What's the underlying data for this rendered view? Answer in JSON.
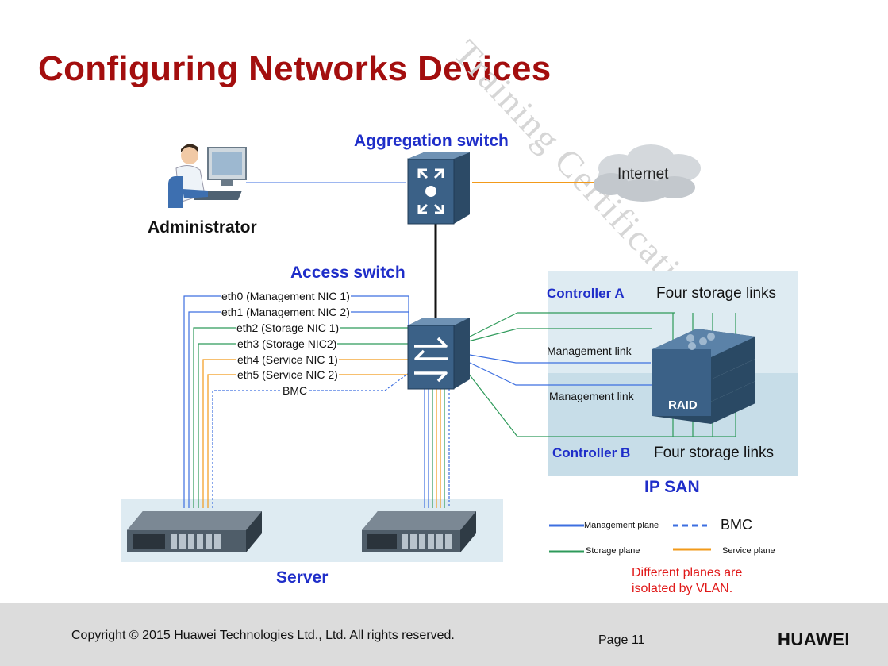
{
  "title": "Configuring Networks Devices",
  "watermark": "Training Certification Dept.",
  "nodes": {
    "aggregation_switch": "Aggregation switch",
    "administrator": "Administrator",
    "internet": "Internet",
    "access_switch": "Access switch",
    "server": "Server",
    "ip_san": "IP SAN"
  },
  "server_links": [
    "eth0 (Management NIC 1)",
    "eth1 (Management NIC 2)",
    "eth2 (Storage NIC 1)",
    "eth3 (Storage NIC2)",
    "eth4 (Service NIC 1)",
    "eth5 (Service NIC 2)",
    "BMC"
  ],
  "ip_san": {
    "controller_a": "Controller A",
    "controller_a_links": "Four storage links",
    "controller_b": "Controller B",
    "controller_b_links": "Four storage links",
    "management_link_1": "Management link",
    "management_link_2": "Management link",
    "raid_label": "RAID"
  },
  "legend": {
    "management_plane": "Management plane",
    "bmc": "BMC",
    "storage_plane": "Storage plane",
    "service_plane": "Service plane",
    "note_line1": "Different planes are",
    "note_line2": "isolated by VLAN."
  },
  "colors": {
    "management": "#3d6fe0",
    "storage": "#2e9a5a",
    "service": "#f29a1a",
    "title": "#a30e0e",
    "label_blue": "#1f2ec9",
    "note_red": "#e01818",
    "switch_blue": "#3b6187"
  },
  "icons": [
    "administrator-icon",
    "aggregation-switch-icon",
    "access-switch-icon",
    "cloud-icon",
    "server-icon",
    "storage-array-icon",
    "huawei-logo-icon"
  ],
  "footer": {
    "copyright": "Copyright © 2015 Huawei Technologies Ltd., Ltd. All rights reserved.",
    "page": "Page 11",
    "brand": "HUAWEI"
  }
}
